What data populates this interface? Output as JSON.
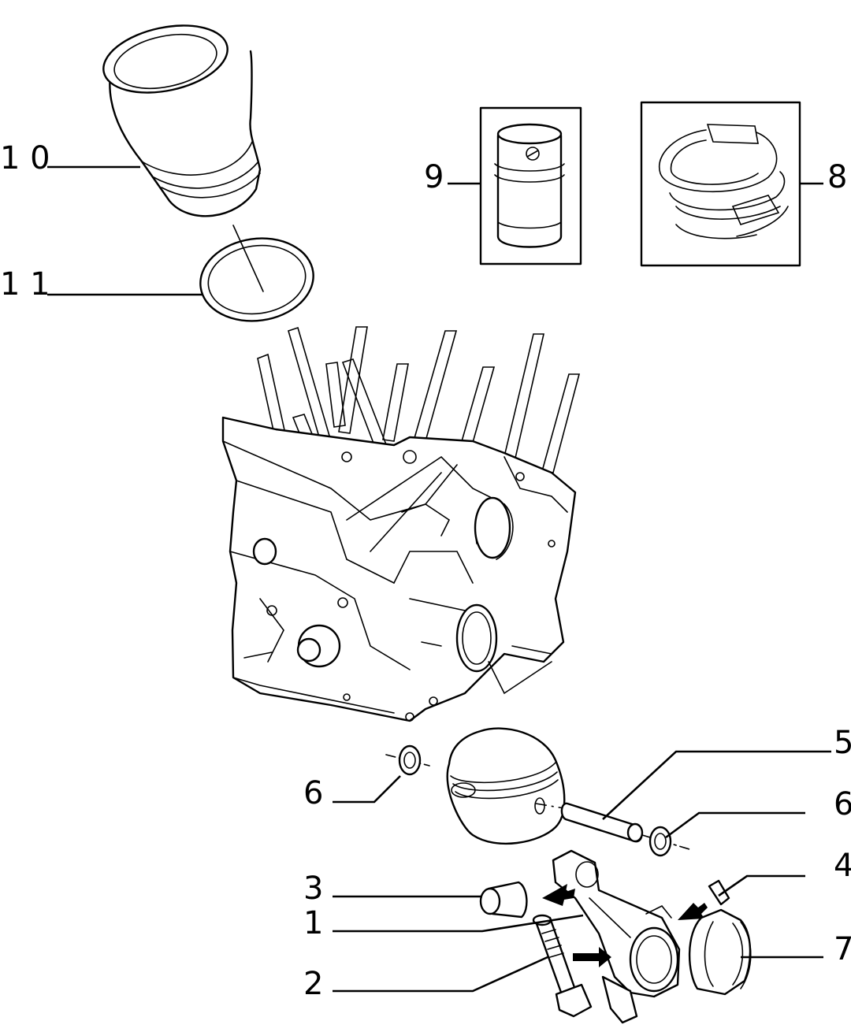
{
  "callouts": [
    {
      "id": "1",
      "label": "1"
    },
    {
      "id": "2",
      "label": "2"
    },
    {
      "id": "3",
      "label": "3"
    },
    {
      "id": "4",
      "label": "4"
    },
    {
      "id": "5",
      "label": "5"
    },
    {
      "id": "6a",
      "label": "6"
    },
    {
      "id": "6b",
      "label": "6"
    },
    {
      "id": "7",
      "label": "7"
    },
    {
      "id": "8",
      "label": "8"
    },
    {
      "id": "9",
      "label": "9"
    },
    {
      "id": "10",
      "label": "1 0"
    },
    {
      "id": "11",
      "label": "1 1"
    }
  ]
}
